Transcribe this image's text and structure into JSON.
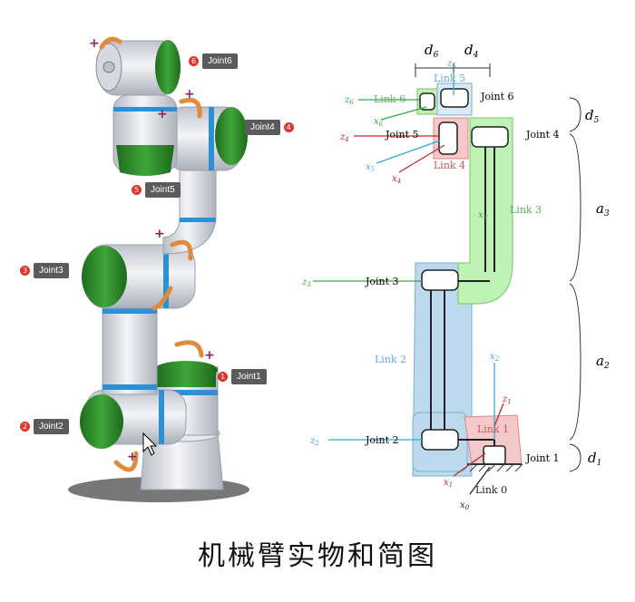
{
  "caption": "机械臂实物和简图",
  "robot_tags": [
    {
      "num": "6",
      "label": "Joint6"
    },
    {
      "num": "4",
      "label": "Joint4"
    },
    {
      "num": "5",
      "label": "Joint5"
    },
    {
      "num": "3",
      "label": "Joint3"
    },
    {
      "num": "1",
      "label": "Joint1"
    },
    {
      "num": "2",
      "label": "Joint2"
    }
  ],
  "schematic": {
    "dims": {
      "d6": "d",
      "d6_sub": "6",
      "d4": "d",
      "d4_sub": "4",
      "d5": "d",
      "d5_sub": "5",
      "a3": "a",
      "a3_sub": "3",
      "a2": "a",
      "a2_sub": "2",
      "d1": "d",
      "d1_sub": "1"
    },
    "links": {
      "link5": "Link 5",
      "link6": "Link 6",
      "link4": "Link 4",
      "link3": "Link 3",
      "link2": "Link 2",
      "link1": "Link 1",
      "link0": "Link 0"
    },
    "joints": {
      "j6": "Joint 6",
      "j5": "Joint 5",
      "j4": "Joint 4",
      "j3": "Joint 3",
      "j2": "Joint 2",
      "j1": "Joint 1"
    },
    "axes": {
      "z5": "z",
      "z5_sub": "5",
      "z6": "z",
      "z6_sub": "6",
      "x6": "x",
      "x6_sub": "6",
      "z4": "z",
      "z4_sub": "4",
      "x5": "x",
      "x5_sub": "5",
      "x4": "x",
      "x4_sub": "4",
      "x3": "x",
      "x3_sub": "3",
      "z3": "z",
      "z3_sub": "3",
      "x2": "x",
      "x2_sub": "2",
      "z1": "z",
      "z1_sub": "1",
      "z2": "z",
      "z2_sub": "2",
      "x1": "x",
      "x1_sub": "1",
      "x0": "x",
      "x0_sub": "0"
    }
  },
  "colors": {
    "link_blue": "#bcd9ee",
    "link_green": "#bff2b5",
    "link_red": "#f5c9c9",
    "joint_green": "#2f8a2a",
    "ring_blue": "#2d8fd4",
    "arrow_orange": "#e08a3c",
    "axis_cyan": "#3ba7d8",
    "axis_red": "#c02a2a",
    "axis_green": "#3aa84a"
  }
}
